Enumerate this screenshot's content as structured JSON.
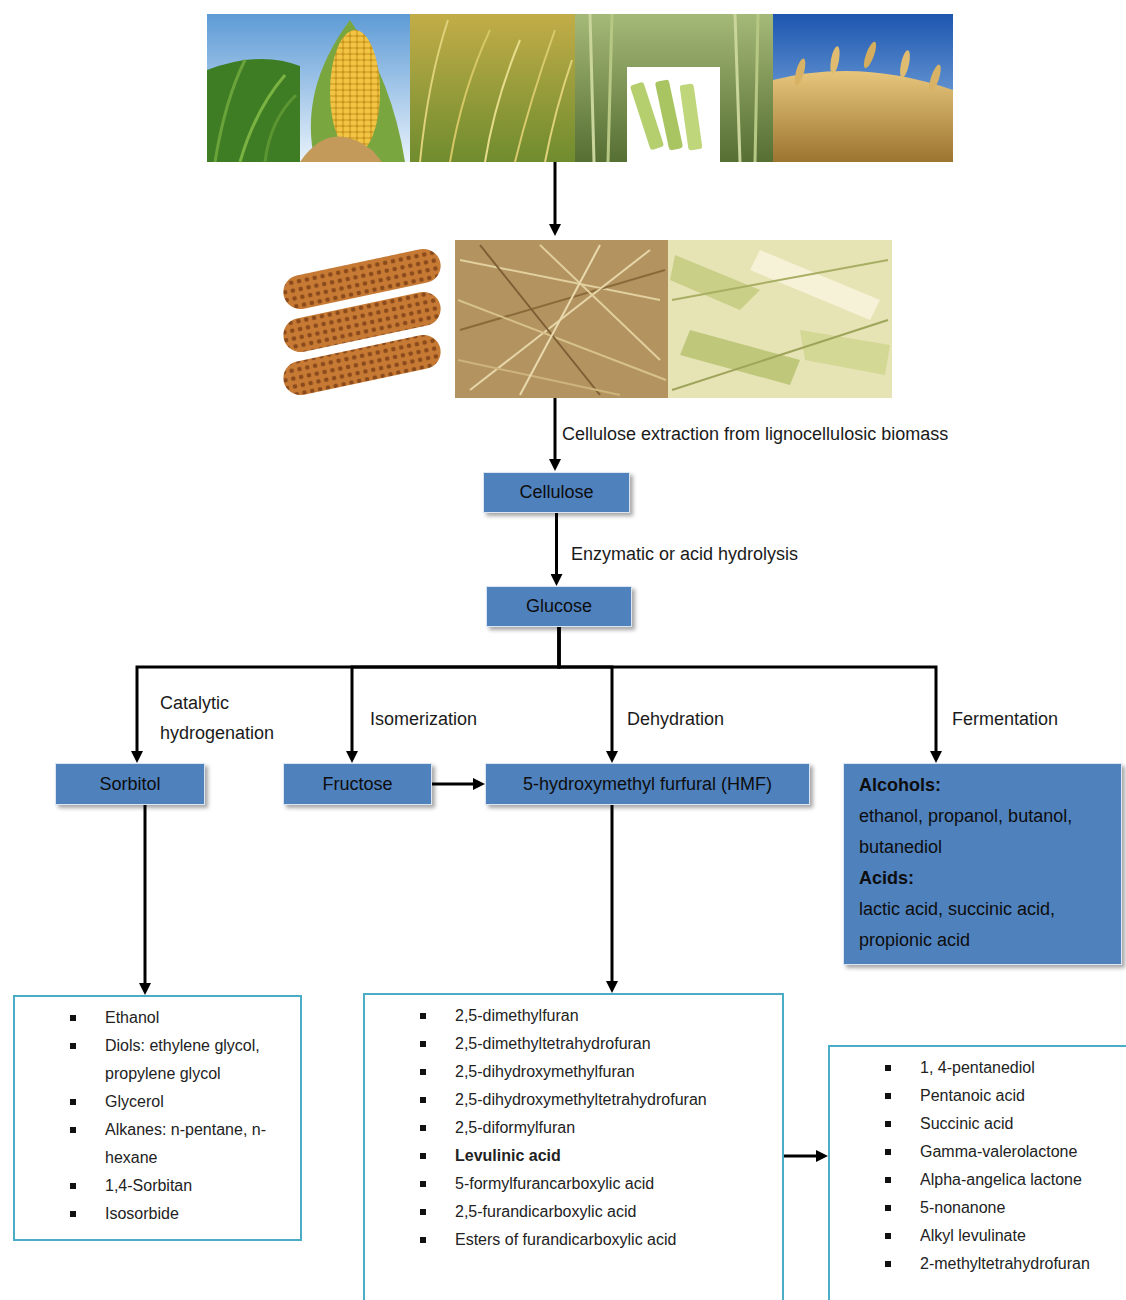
{
  "diagram": {
    "nodes": [
      {
        "text": [
          "Cellulose"
        ]
      },
      {
        "text": [
          "Glucose"
        ]
      },
      {
        "text": [
          "Sorbitol"
        ]
      },
      {
        "text": [
          "Fructose"
        ]
      },
      {
        "text": [
          "5-hydroxymethyl furfural (HMF)"
        ]
      },
      {
        "text": [
          "Alcohols:",
          "ethanol, propanol, butanol, butanediol",
          "Acids:",
          "lactic acid, succinic acid, propionic acid"
        ]
      },
      {
        "text": [
          "Ethanol",
          "Diols: ethylene glycol, propylene glycol",
          "Glycerol",
          "Alkanes: n-pentane, n-hexane",
          "1,4-Sorbitan",
          "Isosorbide"
        ]
      },
      {
        "text": [
          "2,5-dimethylfuran",
          "2,5-dimethyltetrahydrofuran",
          "2,5-dihydroxymethylfuran",
          "2,5-dihydroxymethyltetrahydrofuran",
          "2,5-diformylfuran",
          "Levulinic acid",
          "5-formylfurancarboxylic acid",
          "2,5-furandicarboxylic acid",
          "Esters of furandicarboxylic acid"
        ]
      },
      {
        "text": [
          "1, 4-pentanediol",
          "Pentanoic acid",
          "Succinic acid",
          "Gamma-valerolactone",
          "Alpha-angelica lactone",
          "5-nonanone",
          "Alkyl levulinate",
          "2-methyltetrahydrofuran"
        ]
      }
    ],
    "edges": [
      {
        "from": 0,
        "to": 1,
        "arrow": "to",
        "label": "Enzymatic or acid hydrolysis"
      },
      {
        "from": 1,
        "to": 2,
        "arrow": "to",
        "label": "Catalytic hydrogenation"
      },
      {
        "from": 1,
        "to": 3,
        "arrow": "to",
        "label": "Isomerization"
      },
      {
        "from": 1,
        "to": 4,
        "arrow": "to",
        "label": "Dehydration"
      },
      {
        "from": 1,
        "to": 5,
        "arrow": "to",
        "label": "Fermentation"
      },
      {
        "from": 3,
        "to": 4,
        "arrow": "to"
      },
      {
        "from": 2,
        "to": 6,
        "arrow": "to"
      },
      {
        "from": 4,
        "to": 7,
        "arrow": "to"
      },
      {
        "from": 7,
        "to": 8,
        "arrow": "to"
      }
    ],
    "labels": [
      "Cellulose extraction from lignocellulosic biomass"
    ]
  }
}
